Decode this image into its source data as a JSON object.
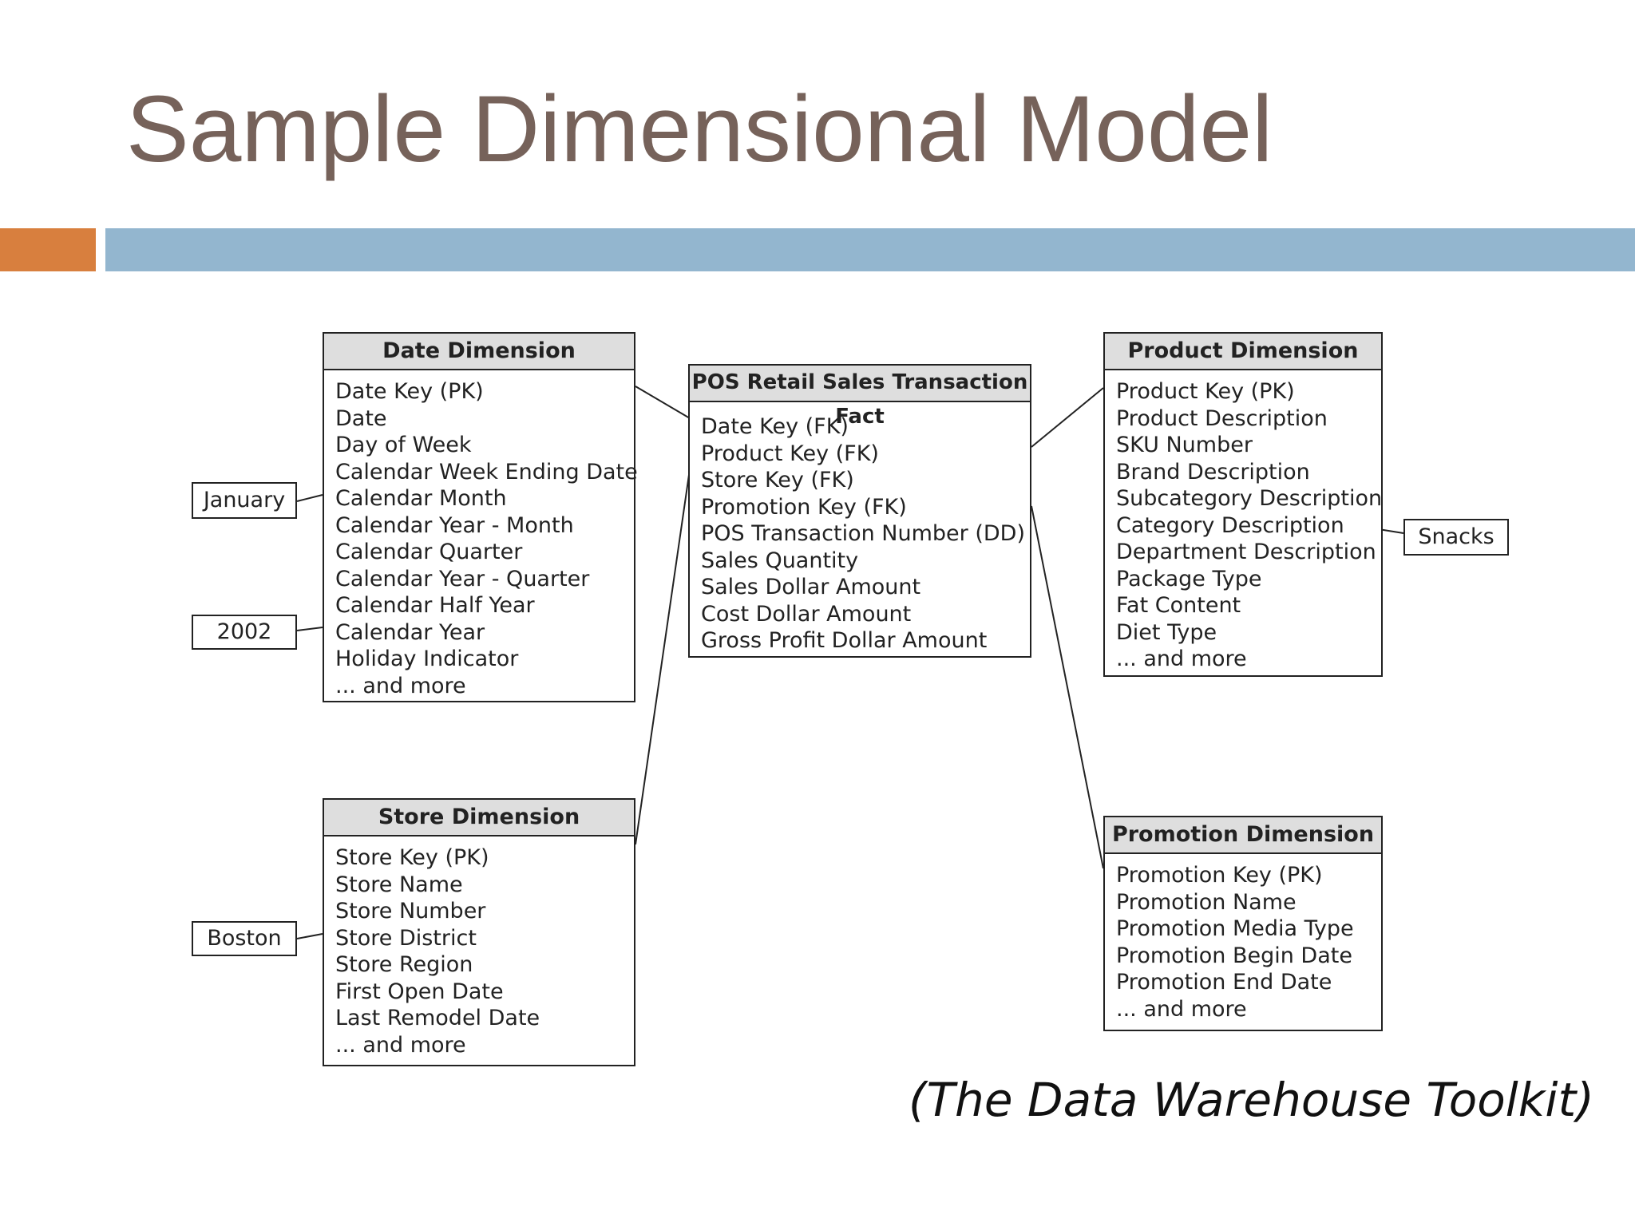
{
  "slide": {
    "title": "Sample Dimensional Model",
    "citation": "(The Data Warehouse Toolkit)"
  },
  "entities": {
    "date": {
      "title": "Date Dimension",
      "items": [
        "Date Key (PK)",
        "Date",
        "Day of Week",
        "Calendar Week Ending Date",
        "Calendar Month",
        "Calendar Year - Month",
        "Calendar Quarter",
        "Calendar Year - Quarter",
        "Calendar Half Year",
        "Calendar Year",
        "Holiday Indicator",
        "... and more"
      ]
    },
    "fact": {
      "title": "POS Retail Sales Transaction Fact",
      "items": [
        "Date Key (FK)",
        "Product Key (FK)",
        "Store Key (FK)",
        "Promotion Key (FK)",
        "POS Transaction Number (DD)",
        "Sales Quantity",
        "Sales Dollar Amount",
        "Cost Dollar Amount",
        "Gross Profit Dollar Amount"
      ]
    },
    "product": {
      "title": "Product Dimension",
      "items": [
        "Product Key (PK)",
        "Product Description",
        "SKU  Number",
        "Brand Description",
        "Subcategory Description",
        "Category Description",
        "Department Description",
        "Package Type",
        "Fat Content",
        "Diet Type",
        "... and more"
      ]
    },
    "store": {
      "title": "Store Dimension",
      "items": [
        "Store Key (PK)",
        "Store Name",
        "Store Number",
        "Store District",
        "Store Region",
        "First Open Date",
        "Last Remodel Date",
        "... and more"
      ]
    },
    "promotion": {
      "title": "Promotion Dimension",
      "items": [
        "Promotion Key (PK)",
        "Promotion Name",
        "Promotion Media Type",
        "Promotion Begin Date",
        "Promotion End Date",
        "... and more"
      ]
    }
  },
  "samples": {
    "january": "January",
    "year": "2002",
    "boston": "Boston",
    "snacks": "Snacks"
  }
}
